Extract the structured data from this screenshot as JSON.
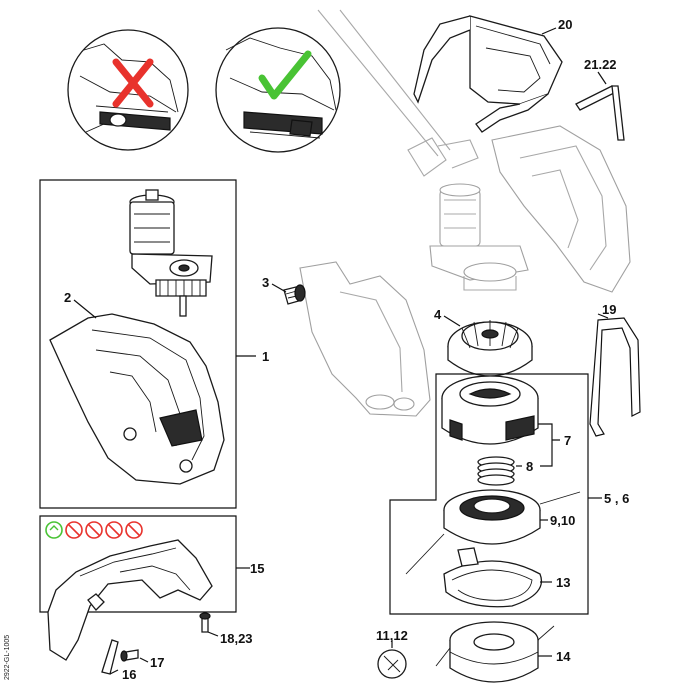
{
  "diagram": {
    "callouts": {
      "c1": "1",
      "c2": "2",
      "c3": "3",
      "c4": "4",
      "c5_6": "5 , 6",
      "c7": "7",
      "c8": "8",
      "c9_10": "9,10",
      "c11_12": "11,12",
      "c13": "13",
      "c14": "14",
      "c15": "15",
      "c16": "16",
      "c17": "17",
      "c18_23": "18,23",
      "c19": "19",
      "c20": "20",
      "c21_22": "21.22"
    },
    "side_code": "2922-GL-1005",
    "colors": {
      "wrong_mark": "#e8322c",
      "right_mark": "#49c334",
      "line": "#111111",
      "ghost": "#a0a0a0"
    },
    "icons": [
      "wrong-cross-icon",
      "correct-check-icon",
      "recycle-icon",
      "no-glove-icon",
      "no-tool-icon",
      "no-use-icon",
      "no-wrench-icon"
    ]
  }
}
